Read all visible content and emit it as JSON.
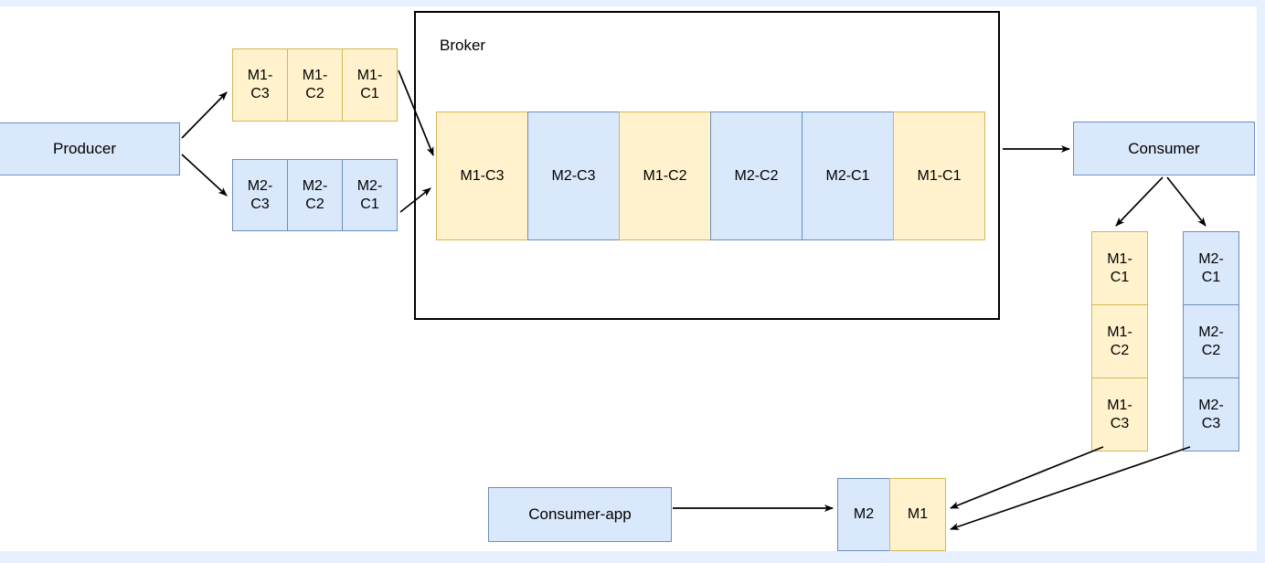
{
  "diagram_title": "message-broker-flow",
  "colors": {
    "page_margin": "#e7f0fe",
    "canvas": "#ffffff",
    "blue_fill": "#dae8fc",
    "blue_border": "#6c8ebf",
    "yellow_fill": "#fff2cc",
    "yellow_border": "#d6b656",
    "broker_border": "#000000",
    "arrow": "#000000"
  },
  "nodes": {
    "producer": {
      "label": "Producer"
    },
    "broker": {
      "label": "Broker"
    },
    "consumer": {
      "label": "Consumer"
    },
    "consumer_app": {
      "label": "Consumer-app"
    }
  },
  "producer_queue_m1": {
    "color": "yellow",
    "cells": [
      {
        "line1": "M1-",
        "line2": "C3"
      },
      {
        "line1": "M1-",
        "line2": "C2"
      },
      {
        "line1": "M1-",
        "line2": "C1"
      }
    ]
  },
  "producer_queue_m2": {
    "color": "blue",
    "cells": [
      {
        "line1": "M2-",
        "line2": "C3"
      },
      {
        "line1": "M2-",
        "line2": "C2"
      },
      {
        "line1": "M2-",
        "line2": "C1"
      }
    ]
  },
  "broker_queue": {
    "cells": [
      {
        "label": "M1-C3",
        "color": "yellow"
      },
      {
        "label": "M2-C3",
        "color": "blue"
      },
      {
        "label": "M1-C2",
        "color": "yellow"
      },
      {
        "label": "M2-C2",
        "color": "blue"
      },
      {
        "label": "M2-C1",
        "color": "blue"
      },
      {
        "label": "M1-C1",
        "color": "yellow"
      }
    ]
  },
  "consumer_stack_m1": {
    "color": "yellow",
    "cells": [
      {
        "line1": "M1-",
        "line2": "C1"
      },
      {
        "line1": "M1-",
        "line2": "C2"
      },
      {
        "line1": "M1-",
        "line2": "C3"
      }
    ]
  },
  "consumer_stack_m2": {
    "color": "blue",
    "cells": [
      {
        "line1": "M2-",
        "line2": "C1"
      },
      {
        "line1": "M2-",
        "line2": "C2"
      },
      {
        "line1": "M2-",
        "line2": "C3"
      }
    ]
  },
  "merged_messages": {
    "m2": {
      "label": "M2",
      "color": "blue"
    },
    "m1": {
      "label": "M1",
      "color": "yellow"
    }
  }
}
